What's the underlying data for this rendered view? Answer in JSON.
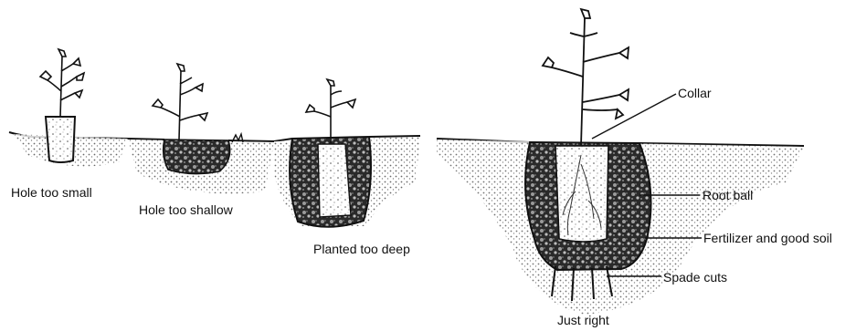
{
  "panels": {
    "hole_too_small": {
      "caption": "Hole too small"
    },
    "hole_too_shallow": {
      "caption": "Hole too shallow"
    },
    "planted_too_deep": {
      "caption": "Planted too deep"
    },
    "just_right": {
      "caption": "Just right",
      "callouts": {
        "collar": "Collar",
        "root_ball": "Root ball",
        "fertilizer": "Fertilizer and good soil",
        "spade_cuts": "Spade cuts"
      }
    }
  }
}
